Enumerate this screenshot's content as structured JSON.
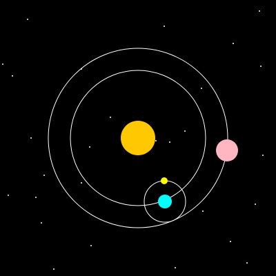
{
  "background_color": "#000000",
  "orbit_color": "#ffffff",
  "sun": {
    "name": "sun",
    "color": "#ffc800"
  },
  "planets": [
    {
      "name": "earth",
      "color": "#00ffff"
    },
    {
      "name": "pink-planet",
      "color": "#ffb6c1"
    }
  ],
  "moon": {
    "name": "moon",
    "color": "#ffff00"
  },
  "star_color": "#ffffff"
}
